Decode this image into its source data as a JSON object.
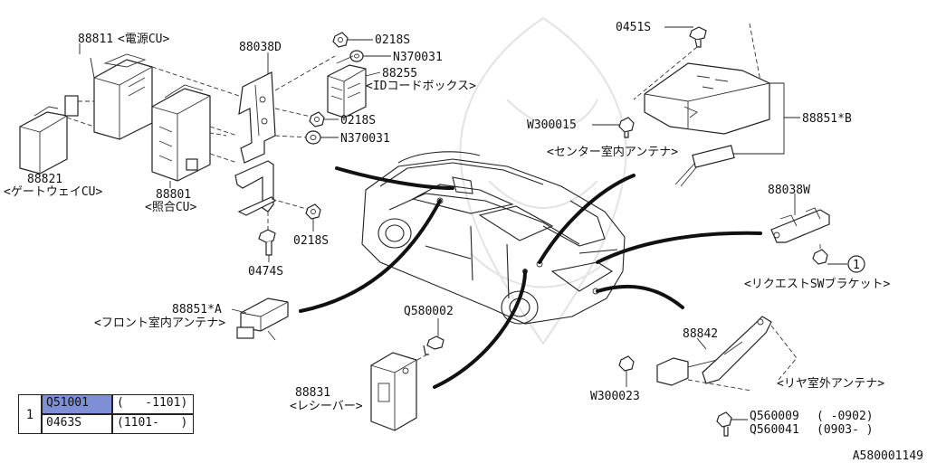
{
  "parts": {
    "power_cu": {
      "number": "88811",
      "name": "<電源CU>"
    },
    "gateway_cu": {
      "number": "88821",
      "name": "<ゲートウェイCU>"
    },
    "bracket_d": {
      "number": "88038D"
    },
    "collation_cu": {
      "number": "88801",
      "name": "<照合CU>"
    },
    "id_code_box": {
      "number": "88255",
      "name": "<IDコードボックス>"
    },
    "nut_0218s_a": {
      "number": "0218S"
    },
    "nut_0218s_b": {
      "number": "0218S"
    },
    "nut_0218s_c": {
      "number": "0218S"
    },
    "washer_n370031_a": {
      "number": "N370031"
    },
    "washer_n370031_b": {
      "number": "N370031"
    },
    "bolt_0474s": {
      "number": "0474S"
    },
    "bolt_0451s": {
      "number": "0451S"
    },
    "center_antenna": {
      "number": "88851*B",
      "name": "<センター室内アンテナ>"
    },
    "screw_w300015": {
      "number": "W300015"
    },
    "bracket_w": {
      "number": "88038W"
    },
    "request_sw_bracket": {
      "name": "<リクエストSWブラケット>",
      "ref": "1"
    },
    "front_antenna": {
      "number": "88851*A",
      "name": "<フロント室内アンテナ>"
    },
    "bolt_q580002": {
      "number": "Q580002"
    },
    "receiver": {
      "number": "88831",
      "name": "<レシーバー>"
    },
    "rear_antenna": {
      "number": "88842",
      "name": "<リヤ室外アンテナ>"
    },
    "screw_w300023": {
      "number": "W300023"
    },
    "bolt_q560009": {
      "number": "Q560009",
      "range": "(   -0902)"
    },
    "bolt_q560041": {
      "number": "Q560041",
      "range": "(0903-   )"
    }
  },
  "ref_table": {
    "ref": "1",
    "rows": [
      {
        "part": "Q51001",
        "range": "(   -1101)",
        "highlight": true
      },
      {
        "part": "0463S",
        "range": "(1101-   )",
        "highlight": false
      }
    ]
  },
  "diagram_code": "A580001149",
  "colors": {
    "highlight": "#7f8fd6",
    "line": "#222222"
  }
}
